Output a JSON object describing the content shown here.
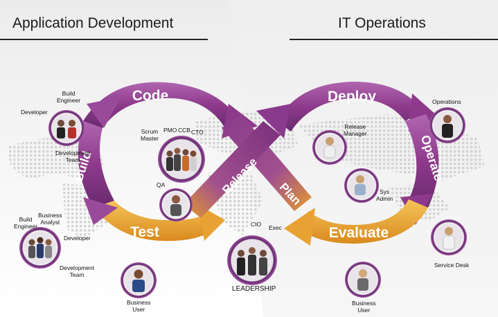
{
  "headers": {
    "left": "Application Development",
    "right": "IT Operations"
  },
  "phases": {
    "code": "Code",
    "build": "Build",
    "test": "Test",
    "release": "Release",
    "plan": "Plan",
    "deploy": "Deploy",
    "operate": "Operate",
    "evaluate": "Evaluate"
  },
  "roles": {
    "build_engineer_top": "Build\nEngineer",
    "developer_top": "Developer",
    "development_team_top": "Development\nTeam",
    "scrum_master": "Scrum\nMaster",
    "pmo": "PMO",
    "ccb": "CCB",
    "cto": "CTO",
    "qa": "QA",
    "build_engineer_bottom": "Build\nEngineer",
    "business_analyst": "Business\nAnalyst",
    "developer_bottom": "Developer",
    "development_team_bottom": "Development\nTeam",
    "business_user_left": "Business\nUser",
    "cio": "CIO",
    "exec": "Exec",
    "leadership": "LEADERSHIP",
    "release_manager": "Release\nManager",
    "sys_admin": "Sys\nAdmin",
    "operations": "Operations",
    "service_desk": "Service Desk",
    "business_user_right": "Business\nUser"
  },
  "colors": {
    "purple": "#8e3a8c",
    "purple_light": "#a65aa8",
    "purple_dark": "#5e2466",
    "orange": "#e59a2c",
    "orange_light": "#f2b84a"
  }
}
